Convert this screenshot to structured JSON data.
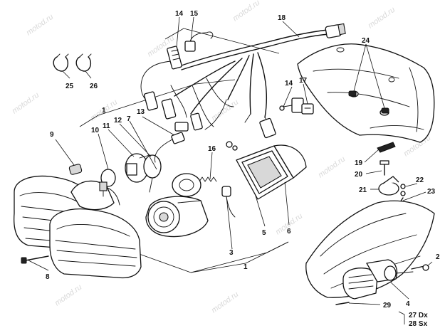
{
  "watermark": "motod.ru",
  "callouts": {
    "n1a": "1",
    "n1b": "1",
    "n2": "2",
    "n3": "3",
    "n4": "4",
    "n5": "5",
    "n6": "6",
    "n7": "7",
    "n8": "8",
    "n9": "9",
    "n10": "10",
    "n11": "11",
    "n12": "12",
    "n13": "13",
    "n14a": "14",
    "n14b": "14",
    "n15": "15",
    "n16": "16",
    "n17": "17",
    "n18": "18",
    "n19": "19",
    "n20": "20",
    "n21": "21",
    "n22": "22",
    "n23": "23",
    "n24": "24",
    "n25": "25",
    "n26": "26",
    "n27": "27 Dx",
    "n28": "28 Sx",
    "n29": "29"
  }
}
